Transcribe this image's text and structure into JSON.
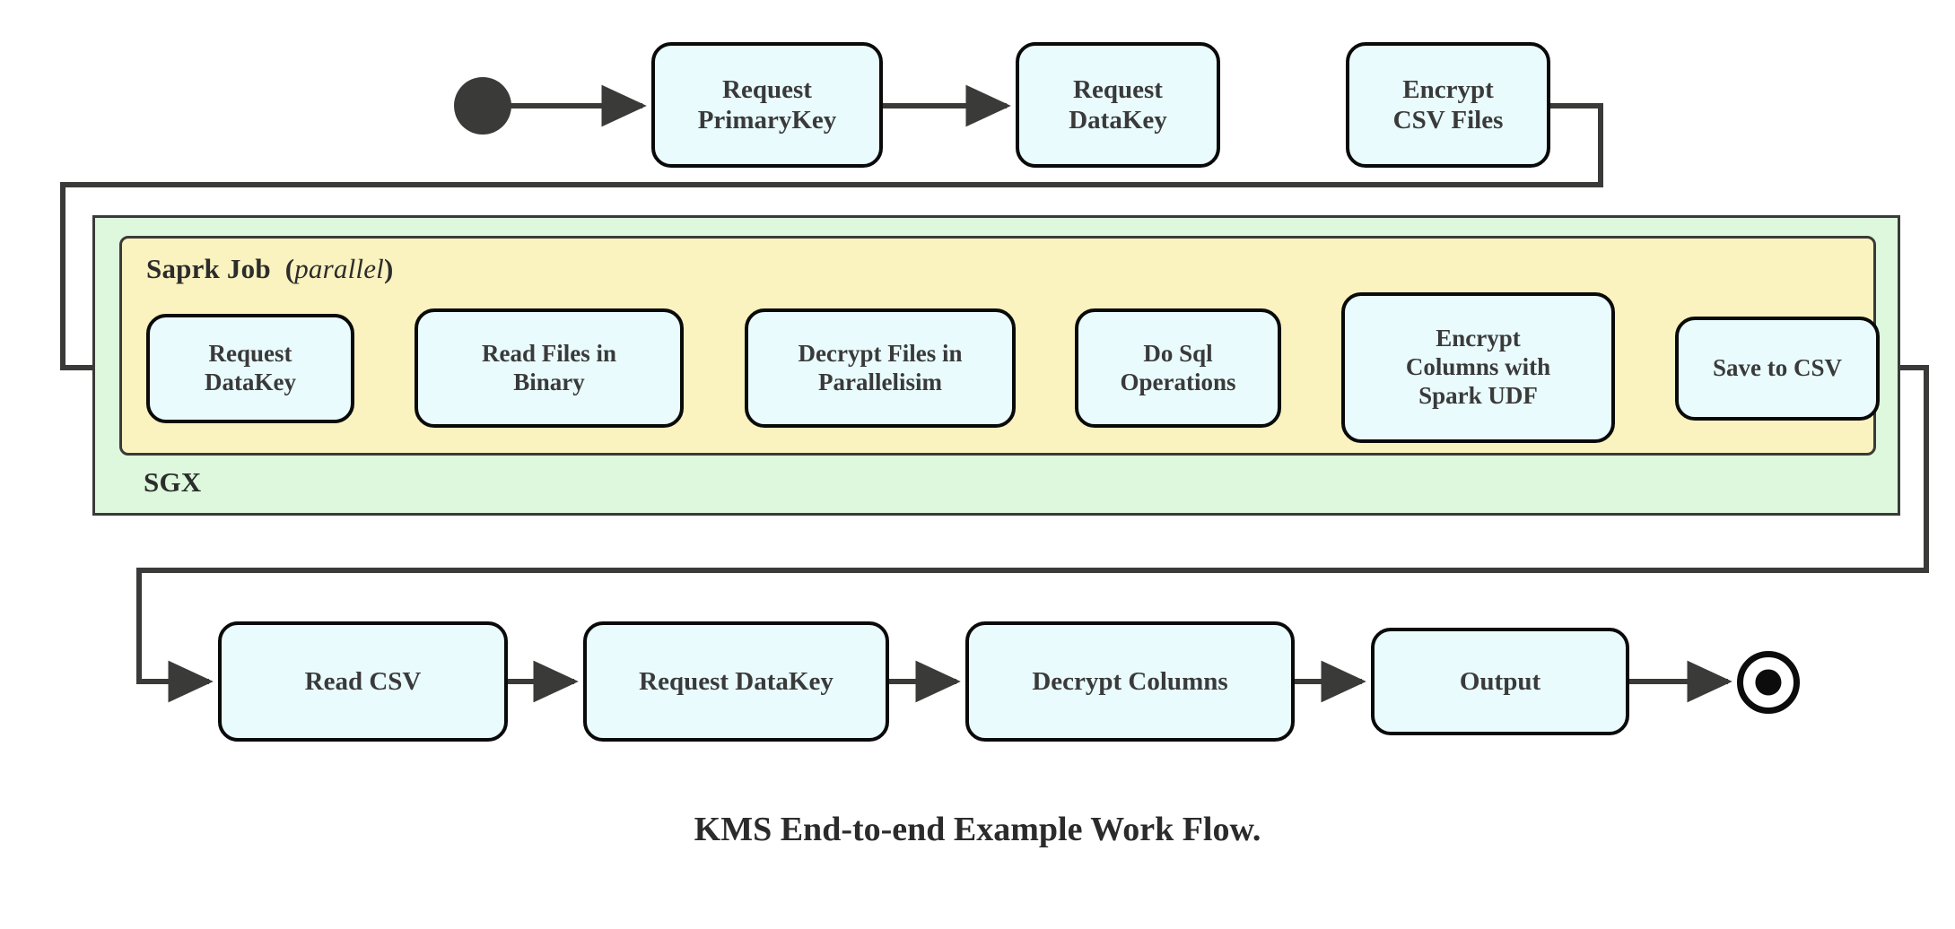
{
  "diagram": {
    "caption": "KMS End-to-end Example Work Flow.",
    "colors": {
      "node_fill": "#e9fbfd",
      "node_stroke": "#0a0a0a",
      "sgx_fill": "#ddf8dd",
      "spark_fill": "#faf2bf",
      "container_stroke": "#3a3a38",
      "text": "#3a3a3a",
      "connector": "#3a3a38"
    },
    "markers": {
      "start_name": "start-node",
      "end_name": "end-node"
    },
    "containers": [
      {
        "id": "sgx",
        "label": "SGX",
        "label_position": "bottom-left"
      },
      {
        "id": "spark",
        "label_bold": "Saprk Job",
        "label_paren_open": "(",
        "label_italic": "parallel",
        "label_paren_close": ")",
        "label_position": "top-left"
      }
    ],
    "rows": {
      "top": [
        {
          "id": "request-primarykey",
          "label": "Request\nPrimaryKey"
        },
        {
          "id": "request-datakey-top",
          "label": "Request\nDataKey"
        },
        {
          "id": "encrypt-csv-files",
          "label": "Encrypt\nCSV Files"
        }
      ],
      "middle": [
        {
          "id": "request-datakey-spark",
          "label": "Request\nDataKey"
        },
        {
          "id": "read-files-in-binary",
          "label": "Read Files in\nBinary"
        },
        {
          "id": "decrypt-files-in-parallelisim",
          "label": "Decrypt Files in\nParallelisim"
        },
        {
          "id": "do-sql-operations",
          "label": "Do Sql\nOperations"
        },
        {
          "id": "encrypt-columns-with-spark-udf",
          "label": "Encrypt\nColumns with\nSpark UDF"
        },
        {
          "id": "save-to-csv",
          "label": "Save to CSV"
        }
      ],
      "bottom": [
        {
          "id": "read-csv",
          "label": "Read CSV"
        },
        {
          "id": "request-datakey-bottom",
          "label": "Request DataKey"
        },
        {
          "id": "decrypt-columns",
          "label": "Decrypt Columns"
        },
        {
          "id": "output",
          "label": "Output"
        }
      ]
    }
  }
}
